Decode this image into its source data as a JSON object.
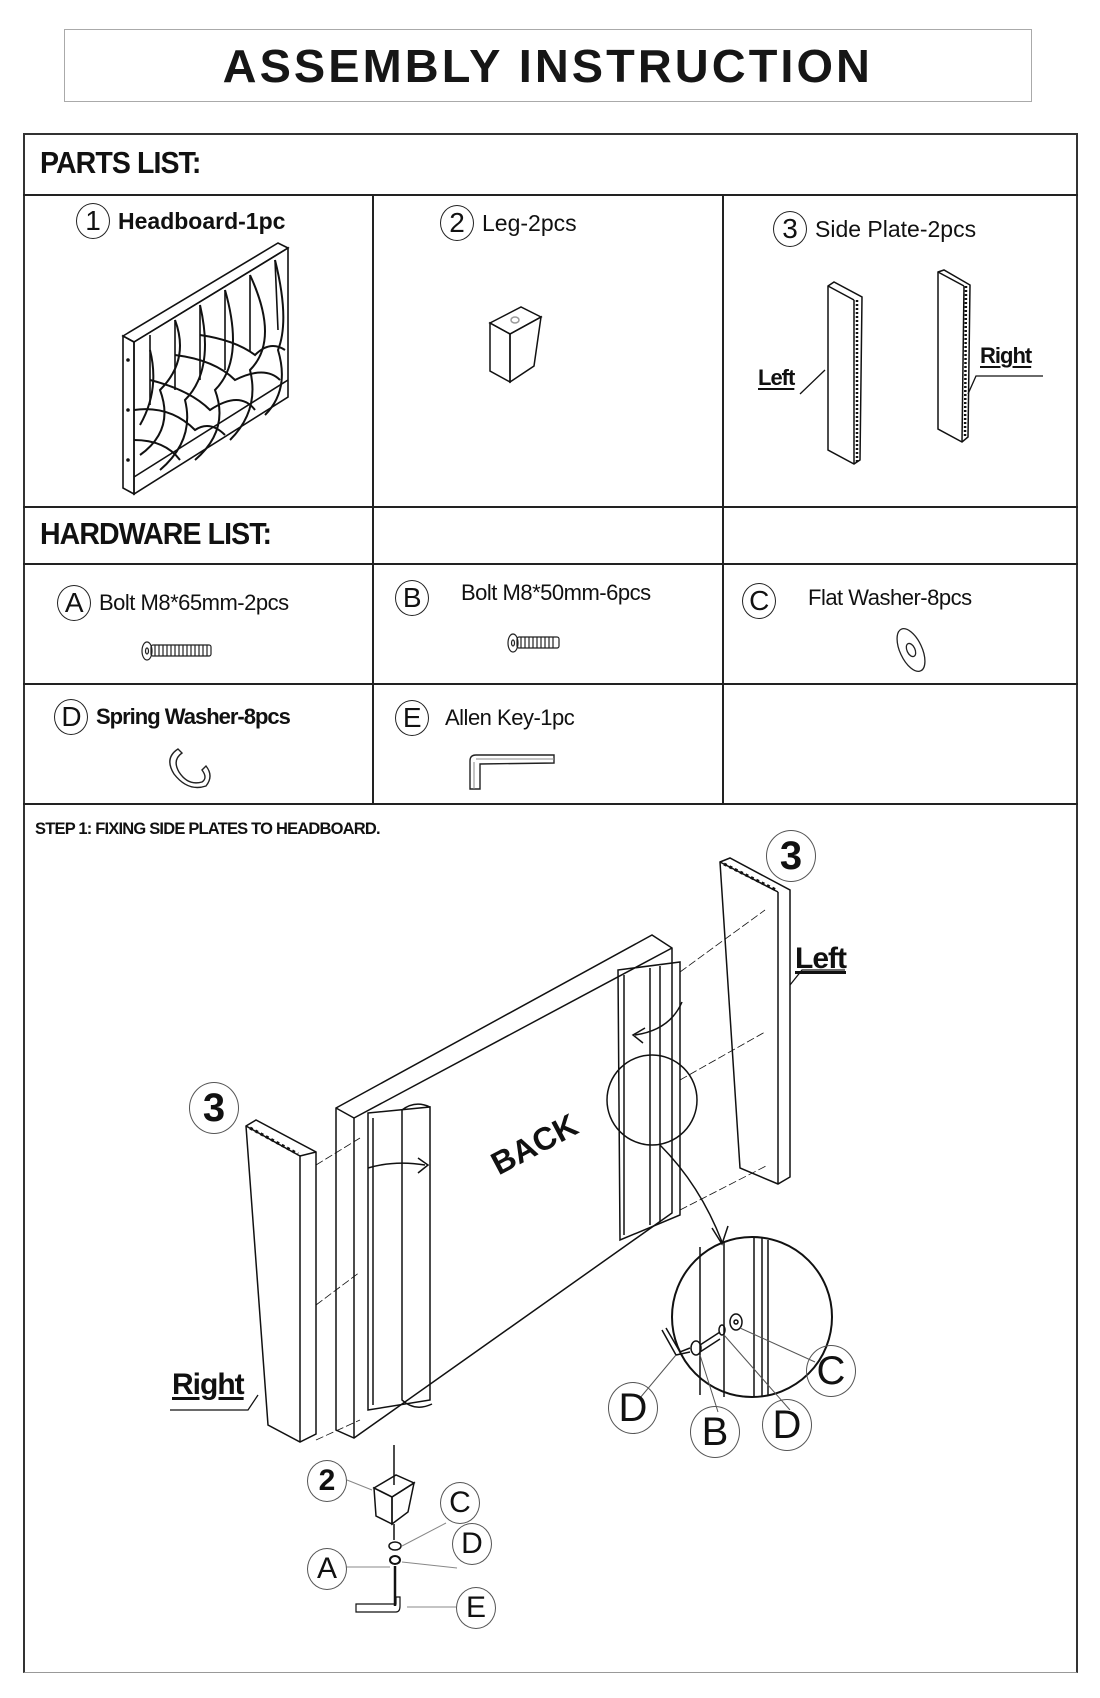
{
  "document": {
    "title": "ASSEMBLY INSTRUCTION"
  },
  "parts_list": {
    "heading": "PARTS LIST:",
    "items": [
      {
        "number": "1",
        "label": "Headboard-1pc",
        "icon": "headboard-icon"
      },
      {
        "number": "2",
        "label": "Leg-2pcs",
        "icon": "leg-icon"
      },
      {
        "number": "3",
        "label": "Side Plate-2pcs",
        "icon": "side-plate-icon",
        "callouts": [
          "Left",
          "Right"
        ]
      }
    ]
  },
  "hardware_list": {
    "heading": "HARDWARE LIST:",
    "items": [
      {
        "letter": "A",
        "label": "Bolt M8*65mm-2pcs",
        "icon": "bolt-long-icon"
      },
      {
        "letter": "B",
        "label": "Bolt M8*50mm-6pcs",
        "icon": "bolt-short-icon"
      },
      {
        "letter": "C",
        "label": "Flat Washer-8pcs",
        "icon": "flat-washer-icon"
      },
      {
        "letter": "D",
        "label": "Spring Washer-8pcs",
        "icon": "spring-washer-icon"
      },
      {
        "letter": "E",
        "label": "Allen Key-1pc",
        "icon": "allen-key-icon"
      }
    ]
  },
  "step1": {
    "title": "STEP 1: FIXING SIDE PLATES  TO HEADBOARD.",
    "back_label": "BACK",
    "side_plate_number": "3",
    "left_label": "Left",
    "right_label": "Right",
    "leg_number": "2",
    "detail_callouts": [
      "D",
      "B",
      "D",
      "C"
    ],
    "leg_callouts": [
      "C",
      "D",
      "A",
      "E"
    ]
  }
}
